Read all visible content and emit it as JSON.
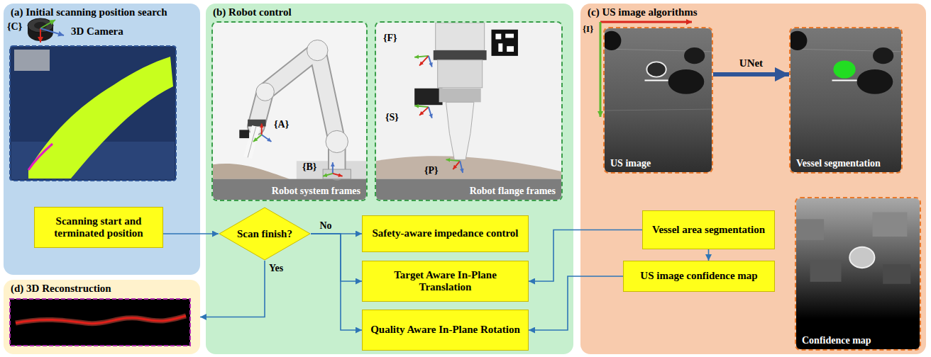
{
  "diagram": {
    "nodes": [
      {
        "text": [
          "(a) Initial scanning position search"
        ]
      },
      {
        "text": [
          "Scanning start and terminated position"
        ],
        "in": 0
      },
      {
        "text": [
          "(b) Robot control"
        ]
      },
      {
        "text": [
          "Robot system frames"
        ],
        "in": 2
      },
      {
        "text": [
          "Robot flange frames"
        ],
        "in": 2
      },
      {
        "text": [
          "Scan finish?"
        ],
        "in": 2
      },
      {
        "text": [
          "Safety-aware impedance control"
        ],
        "in": 2
      },
      {
        "text": [
          "Target Aware In-Plane Translation"
        ],
        "in": 2
      },
      {
        "text": [
          "Quality Aware In-Plane Rotation"
        ],
        "in": 2
      },
      {
        "text": [
          "(c) US image algorithms"
        ]
      },
      {
        "text": [
          "US image"
        ],
        "in": 9
      },
      {
        "text": [
          "Vessel segmentation"
        ],
        "in": 9
      },
      {
        "text": [
          "Vessel area segmentation"
        ],
        "in": 9
      },
      {
        "text": [
          "US image confidence map"
        ],
        "in": 9
      },
      {
        "text": [
          "Confidence map"
        ],
        "in": 9
      },
      {
        "text": [
          "(d) 3D Reconstruction"
        ]
      }
    ],
    "edges": [
      {
        "from": 1,
        "to": 5,
        "arrow": "to"
      },
      {
        "from": 5,
        "to": 6,
        "arrow": "to",
        "label": "No"
      },
      {
        "from": 5,
        "to": 7,
        "arrow": "to"
      },
      {
        "from": 5,
        "to": 8,
        "arrow": "to"
      },
      {
        "from": 5,
        "to": 15,
        "arrow": "to",
        "label": "Yes"
      },
      {
        "from": 10,
        "to": 11,
        "arrow": "to",
        "label": "UNet"
      },
      {
        "from": 12,
        "to": 7,
        "arrow": "to"
      },
      {
        "from": 12,
        "to": 13,
        "arrow": "to"
      },
      {
        "from": 13,
        "to": 8,
        "arrow": "to"
      }
    ],
    "labels": [
      "{C}",
      "3D Camera",
      "{A}",
      "{B}",
      "{F}",
      "{S}",
      "{P}",
      "{I}"
    ]
  }
}
